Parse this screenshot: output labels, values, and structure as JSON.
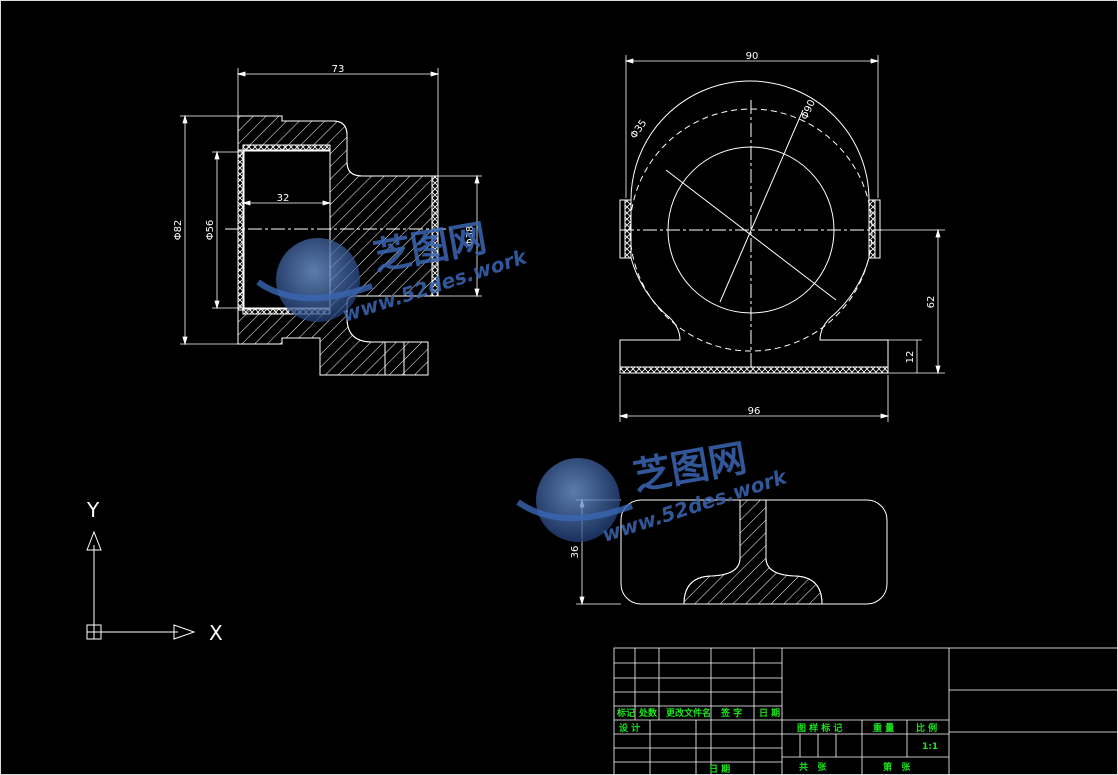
{
  "drawing": {
    "colors": {
      "background": "#000000",
      "lines": "#ffffff",
      "titleblock_text": "#19e619",
      "watermark": "#3a66b4"
    },
    "front_view": {
      "dims": {
        "width_top": "73",
        "dia_outer": "Φ82",
        "dia_inner": "Φ56",
        "depth_inner": "32",
        "dia_boss": "Φ38"
      }
    },
    "side_view": {
      "dims": {
        "width_top": "90",
        "dia_a": "Φ90",
        "dia_b": "Φ35",
        "height_center": "62",
        "base_thickness": "12",
        "base_width": "96"
      }
    },
    "bottom_view": {
      "dims": {
        "height": "36"
      }
    },
    "ucs": {
      "x_label": "X",
      "y_label": "Y"
    },
    "watermark": {
      "cn": "芝图网",
      "url": "www.52des.work"
    },
    "title_block": {
      "headers": {
        "mark": "标记",
        "count": "处数",
        "doc": "更改文件名",
        "sign": "签 字",
        "date": "日 期"
      },
      "design": "设 计",
      "date2": "日 期",
      "stage": "图 样 标 记",
      "weight": "重 量",
      "scale": "比 例",
      "scale_value": "1:1",
      "total": "共   张",
      "sheet": "第   张"
    }
  }
}
